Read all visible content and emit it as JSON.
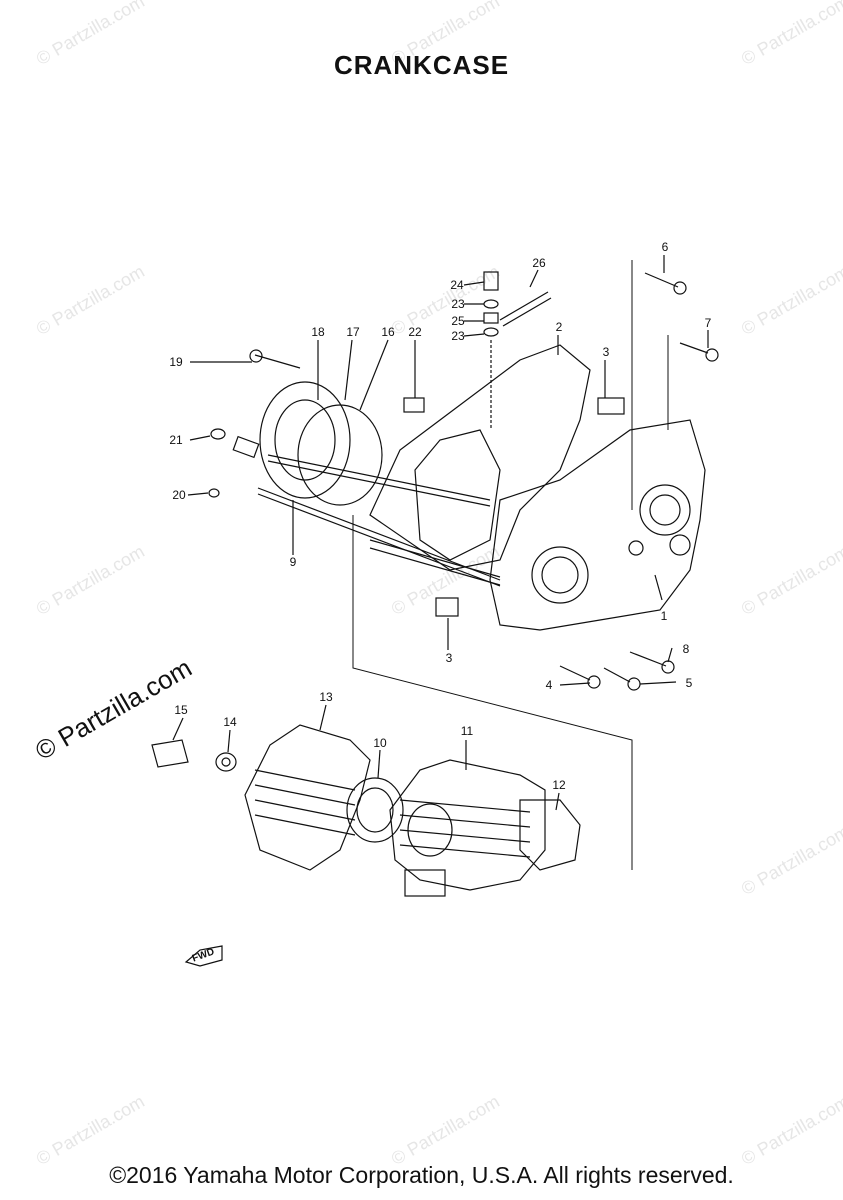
{
  "title": "CRANKCASE",
  "copyright": "©2016 Yamaha Motor Corporation, U.S.A. All rights reserved.",
  "side_watermark": "© Partzilla.com",
  "watermark_text": "© Partzilla.com",
  "fwd_label": "FWD",
  "callouts": [
    "1",
    "2",
    "3",
    "3",
    "4",
    "5",
    "6",
    "7",
    "8",
    "9",
    "10",
    "11",
    "12",
    "13",
    "14",
    "15",
    "16",
    "17",
    "18",
    "19",
    "20",
    "21",
    "22",
    "23",
    "23",
    "24",
    "25",
    "26"
  ]
}
